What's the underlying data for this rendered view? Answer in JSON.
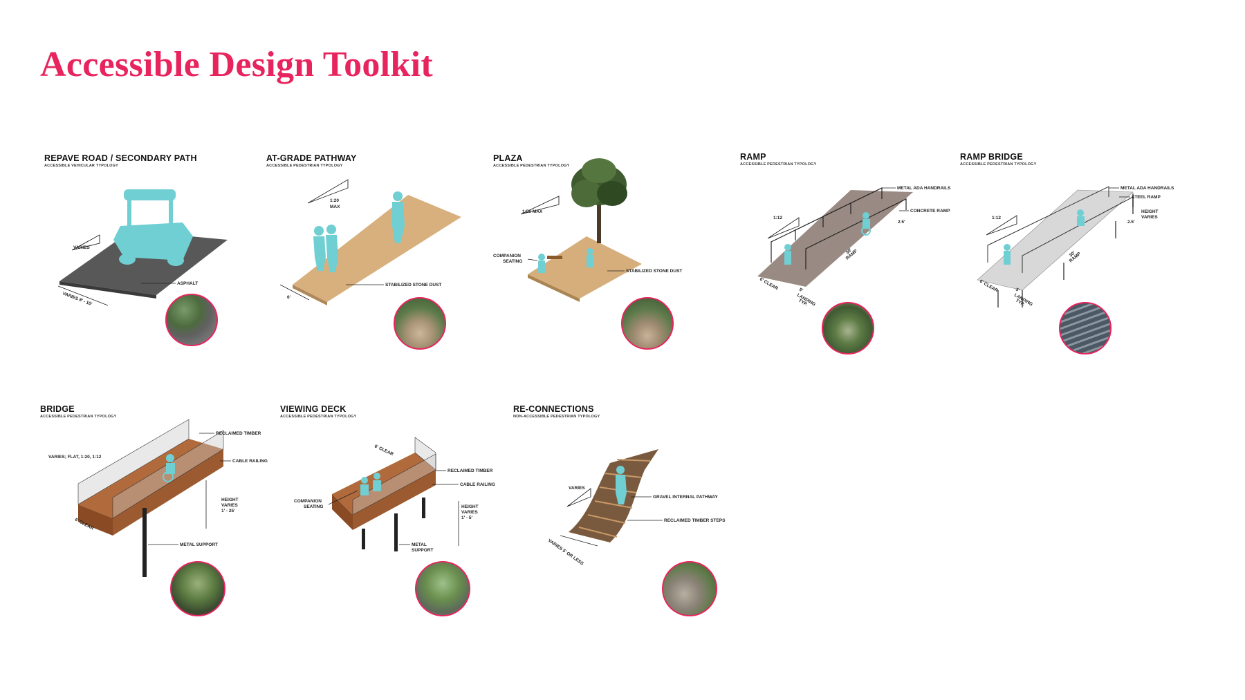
{
  "page": {
    "title": "Accessible Design Toolkit",
    "accent_color": "#e8245e",
    "figure_color": "#6fcfd3"
  },
  "panels": [
    {
      "id": "repave",
      "title": "REPAVE ROAD / SECONDARY PATH",
      "subtitle": "ACCESSIBLE VEHICULAR TYPOLOGY",
      "labels": {
        "slope": "VARIES",
        "surface": "ASPHALT",
        "width": "VARIES 8' - 10'"
      },
      "icon": "golf-cart-icon"
    },
    {
      "id": "at-grade",
      "title": "AT-GRADE PATHWAY",
      "subtitle": "ACCESSIBLE PEDESTRIAN TYPOLOGY",
      "labels": {
        "slope": "1:20\nMAX",
        "slope_a": "1:20",
        "slope_b": "MAX",
        "surface": "STABILIZED STONE DUST",
        "width": "6'"
      },
      "icon": "pedestrian-icon"
    },
    {
      "id": "plaza",
      "title": "PLAZA",
      "subtitle": "ACCESSIBLE PEDESTRIAN TYPOLOGY",
      "labels": {
        "slope": "1:50 MAX",
        "seating_a": "COMPANION",
        "seating_b": "SEATING",
        "surface": "STABILIZED STONE DUST"
      },
      "icon": "tree-icon"
    },
    {
      "id": "ramp",
      "title": "RAMP",
      "subtitle": "ACCESSIBLE PEDESTRIAN TYPOLOGY",
      "labels": {
        "handrails": "METAL ADA HANDRAILS",
        "surface": "CONCRETE RAMP",
        "slope": "1:12",
        "height": "2.5'",
        "clear": "6' CLEAR",
        "landing_a": "5'",
        "landing_b": "LANDING",
        "landing_c": "TYP.",
        "run_a": "30'",
        "run_b": "RAMP"
      },
      "icon": "wheelchair-icon"
    },
    {
      "id": "ramp-bridge",
      "title": "RAMP BRIDGE",
      "subtitle": "ACCESSIBLE PEDESTRIAN TYPOLOGY",
      "labels": {
        "handrails": "METAL ADA HANDRAILS",
        "surface": "STEEL RAMP",
        "height_a": "HEIGHT",
        "height_b": "VARIES",
        "slope": "1:12",
        "height": "2.5'",
        "clear": "6' CLEAR",
        "landing_a": "5'",
        "landing_b": "LANDING",
        "landing_c": "TYP.",
        "run_a": "30'",
        "run_b": "RAMP"
      },
      "icon": "wheelchair-icon"
    },
    {
      "id": "bridge",
      "title": "BRIDGE",
      "subtitle": "ACCESSIBLE PEDESTRIAN TYPOLOGY",
      "labels": {
        "slope": "VARIES; FLAT, 1:20, 1:12",
        "timber": "RECLAIMED TIMBER",
        "railing": "CABLE RAILING",
        "height_a": "HEIGHT",
        "height_b": "VARIES",
        "height_c": "1' - 25'",
        "clear": "6' CLEAR",
        "support": "METAL SUPPORT"
      },
      "icon": "wheelchair-icon"
    },
    {
      "id": "viewing-deck",
      "title": "VIEWING DECK",
      "subtitle": "ACCESSIBLE PEDESTRIAN TYPOLOGY",
      "labels": {
        "clear": "6' CLEAR",
        "timber": "RECLAIMED TIMBER",
        "railing": "CABLE RAILING",
        "seating_a": "COMPANION",
        "seating_b": "SEATING",
        "height_a": "HEIGHT",
        "height_b": "VARIES",
        "height_c": "1' - 5'",
        "support_a": "METAL",
        "support_b": "SUPPORT"
      },
      "icon": "wheelchair-icon"
    },
    {
      "id": "re-connections",
      "title": "RE-CONNECTIONS",
      "subtitle": "NON-ACCESSIBLE PEDESTRIAN TYPOLOGY",
      "labels": {
        "slope": "VARIES",
        "gravel": "GRAVEL INTERNAL PATHWAY",
        "steps": "RECLAIMED TIMBER STEPS",
        "width": "VARIES 5' OR LESS"
      },
      "icon": "pedestrian-icon"
    }
  ]
}
